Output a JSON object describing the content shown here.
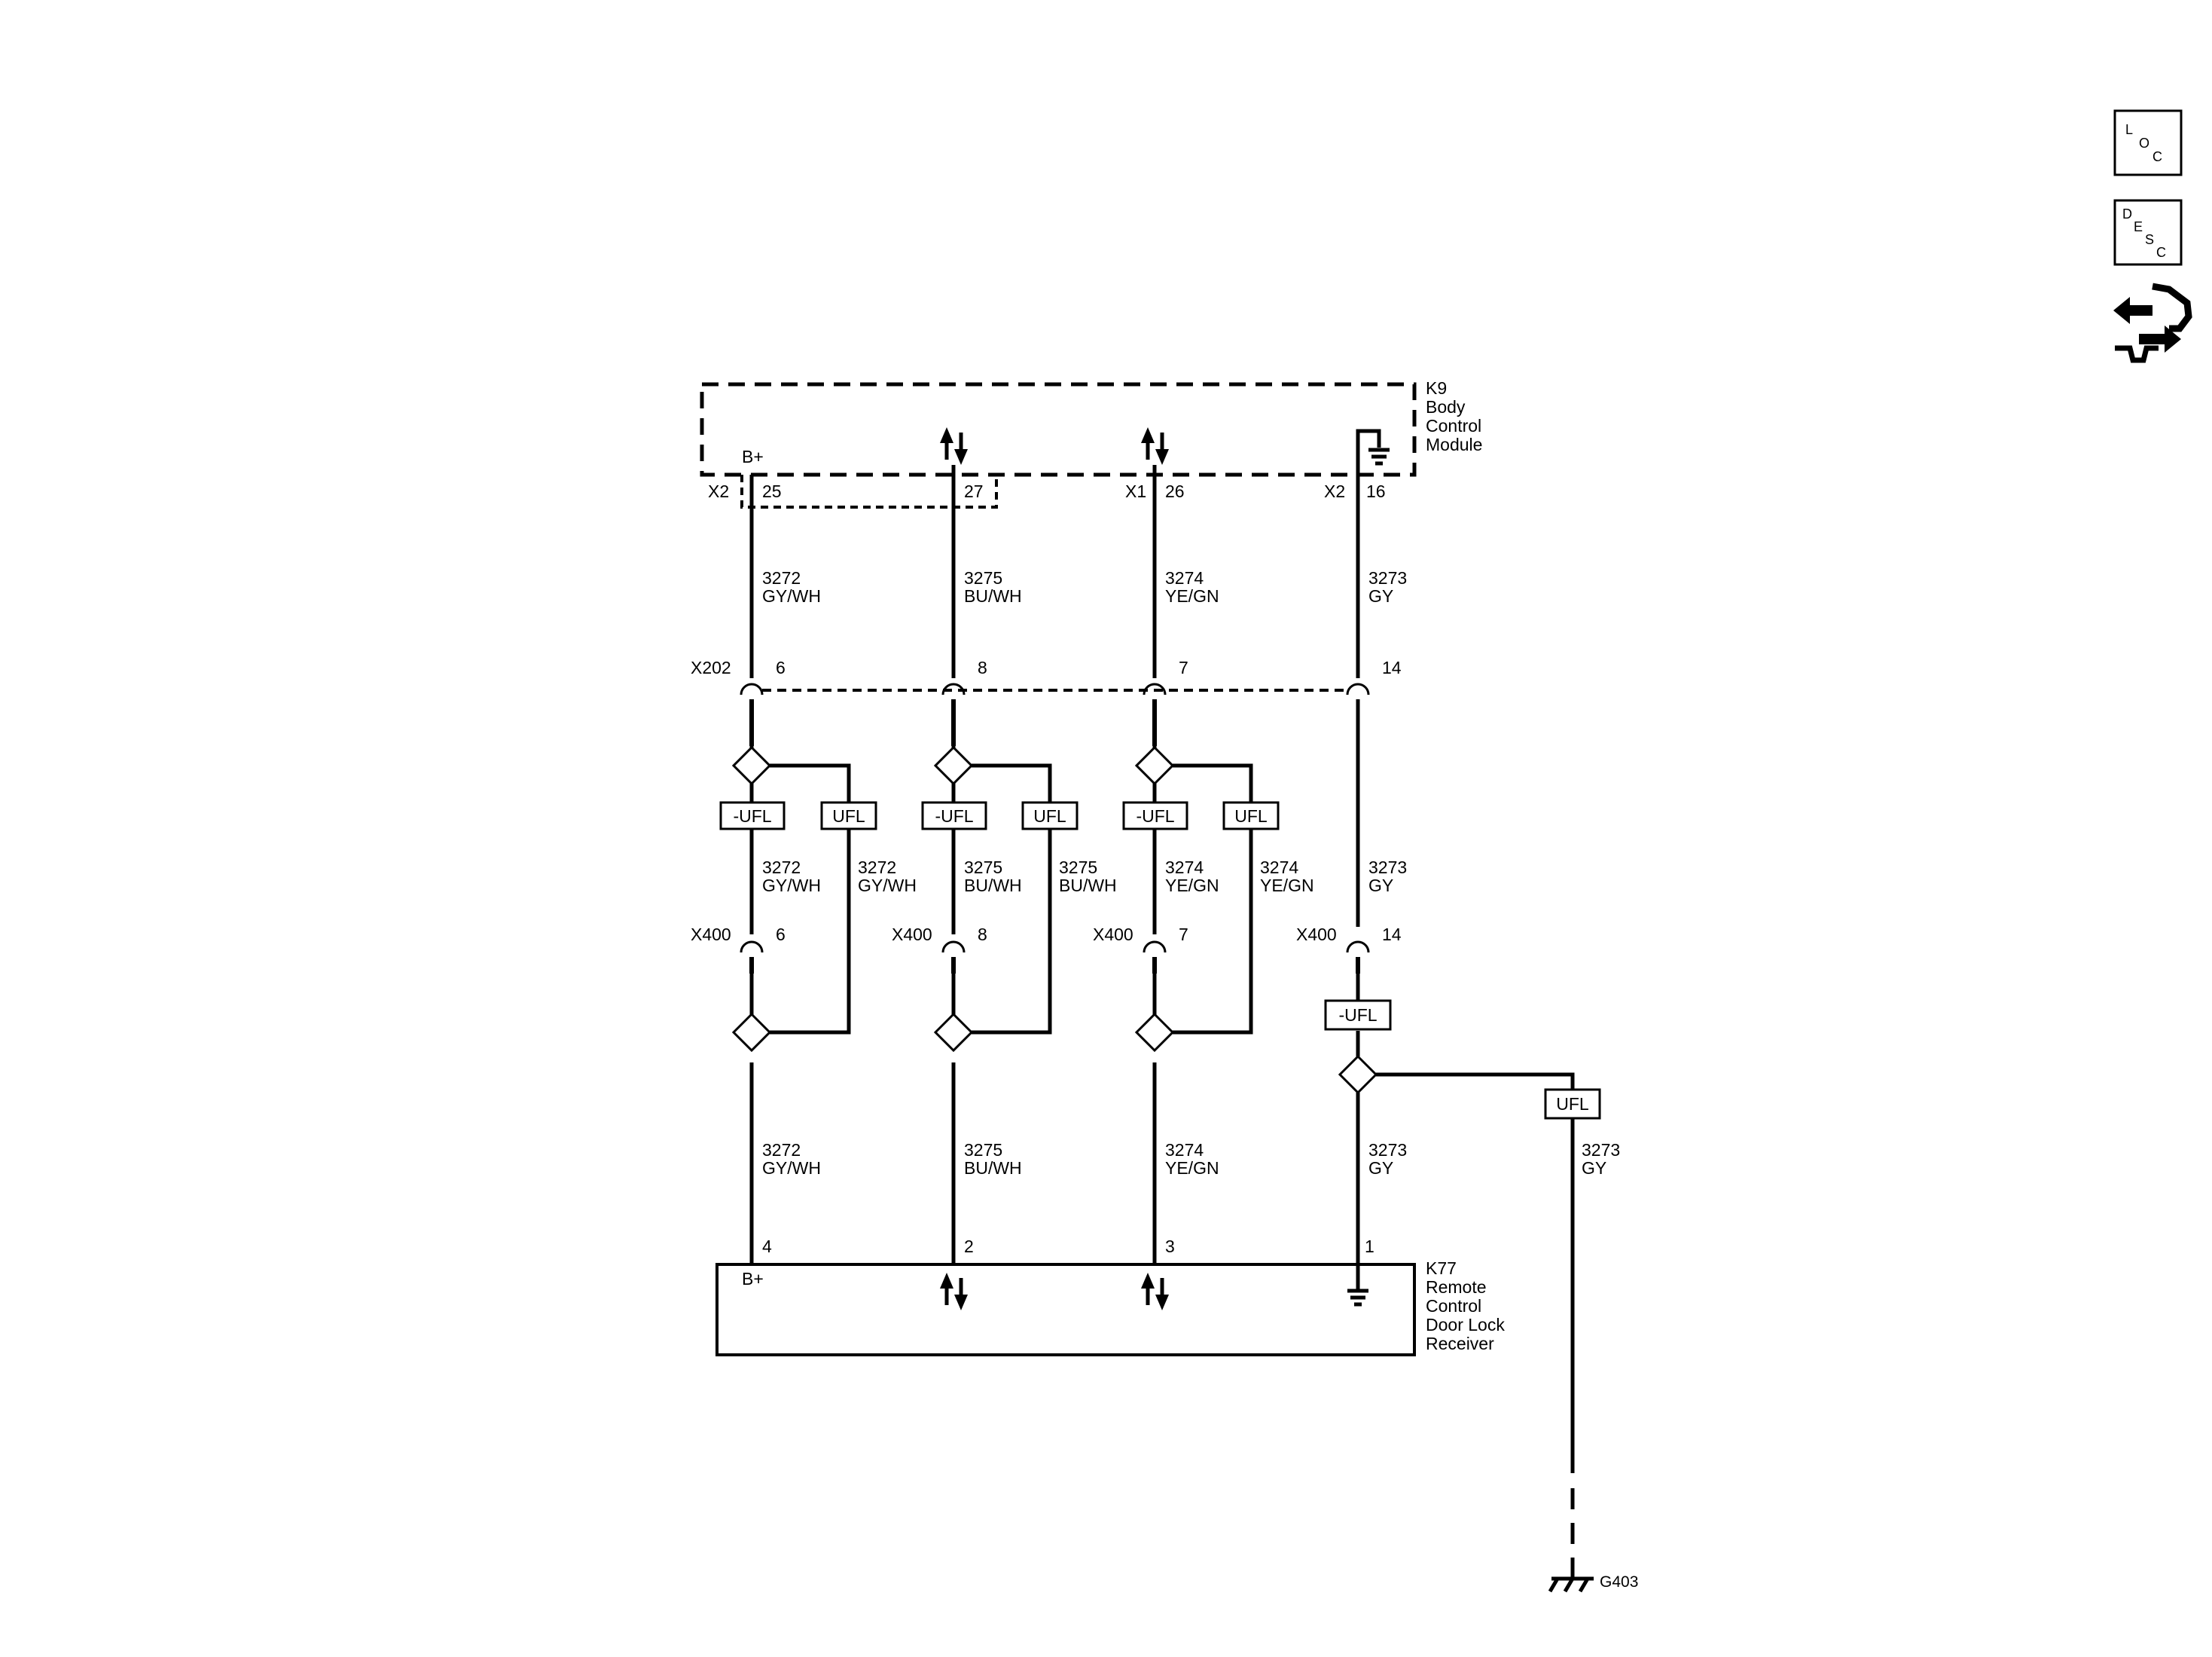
{
  "side_buttons": {
    "loc": {
      "letters": [
        "L",
        "O",
        "C"
      ]
    },
    "desc": {
      "letters": [
        "D",
        "E",
        "S",
        "C"
      ]
    },
    "nav": {
      "icon": "navigation-arrows-wrench-icon"
    }
  },
  "modules": {
    "k9": {
      "lines": [
        "K9",
        "Body",
        "Control",
        "Module"
      ],
      "bplus": "B+"
    },
    "k77": {
      "lines": [
        "K77",
        "Remote",
        "Control",
        "Door Lock",
        "Receiver"
      ],
      "bplus": "B+"
    }
  },
  "connectors": {
    "k9_x2_left": "X2",
    "k9_x1": "X1",
    "k9_x2_right": "X2",
    "x202": "X202",
    "x400": "X400"
  },
  "circuits": [
    {
      "k9_pin": "25",
      "x202_pin": "6",
      "x400_pin": "6",
      "k77_pin": "4",
      "upper_num": "3272",
      "upper_color": "GY/WH",
      "mid_left_num": "3272",
      "mid_left_color": "GY/WH",
      "mid_right_num": "3272",
      "mid_right_color": "GY/WH",
      "lower_num": "3272",
      "lower_color": "GY/WH"
    },
    {
      "k9_pin": "27",
      "x202_pin": "8",
      "x400_pin": "8",
      "k77_pin": "2",
      "upper_num": "3275",
      "upper_color": "BU/WH",
      "mid_left_num": "3275",
      "mid_left_color": "BU/WH",
      "mid_right_num": "3275",
      "mid_right_color": "BU/WH",
      "lower_num": "3275",
      "lower_color": "BU/WH"
    },
    {
      "k9_pin": "26",
      "x202_pin": "7",
      "x400_pin": "7",
      "k77_pin": "3",
      "upper_num": "3274",
      "upper_color": "YE/GN",
      "mid_left_num": "3274",
      "mid_left_color": "YE/GN",
      "mid_right_num": "3274",
      "mid_right_color": "YE/GN",
      "lower_num": "3274",
      "lower_color": "YE/GN"
    },
    {
      "k9_pin": "16",
      "x202_pin": "14",
      "x400_pin": "14",
      "k77_pin": "1",
      "upper_num": "3273",
      "upper_color": "GY",
      "mid_num": "3273",
      "mid_color": "GY",
      "lower_num": "3273",
      "lower_color": "GY",
      "ground_num": "3273",
      "ground_color": "GY"
    }
  ],
  "option_labels": {
    "minus_ufl": "-UFL",
    "ufl": "UFL"
  },
  "ground": {
    "label": "G403"
  }
}
